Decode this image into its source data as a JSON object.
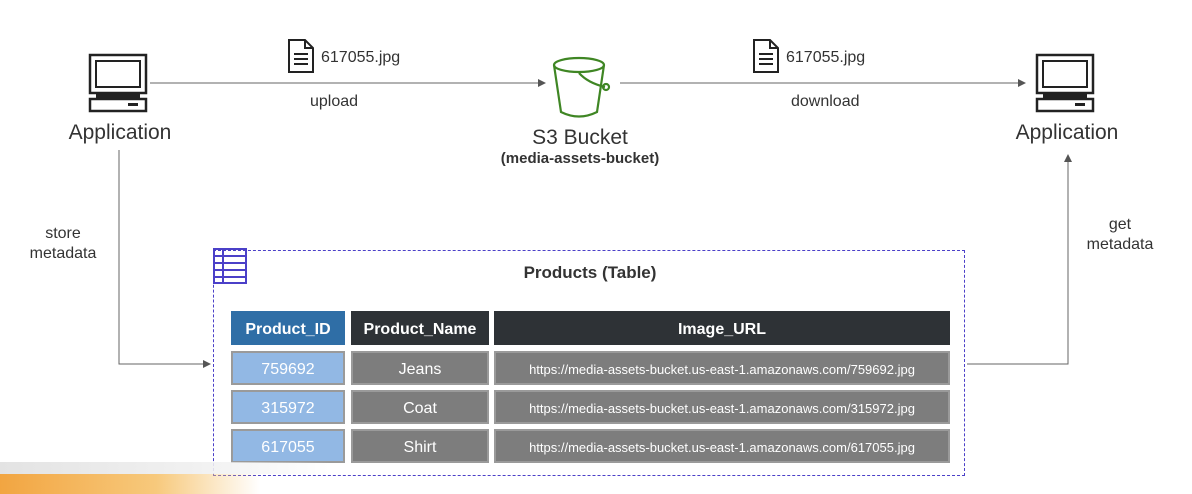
{
  "left_app": {
    "label": "Application",
    "icon": "computer-icon"
  },
  "right_app": {
    "label": "Application",
    "icon": "computer-icon"
  },
  "bucket": {
    "label": "S3 Bucket",
    "sublabel": "(media-assets-bucket)",
    "icon": "s3-bucket-icon",
    "color": "#3f8624"
  },
  "upload": {
    "file_name": "617055.jpg",
    "label": "upload",
    "icon": "document-icon"
  },
  "download": {
    "file_name": "617055.jpg",
    "label": "download",
    "icon": "document-icon"
  },
  "store_metadata": {
    "line1": "store",
    "line2": "metadata"
  },
  "get_metadata": {
    "line1": "get",
    "line2": "metadata"
  },
  "table": {
    "title": "Products (Table)",
    "icon": "table-icon",
    "border_color": "#4b40c8",
    "columns": [
      "Product_ID",
      "Product_Name",
      "Image_URL"
    ],
    "rows": [
      {
        "id": "759692",
        "name": "Jeans",
        "url": "https://media-assets-bucket.us-east-1.amazonaws.com/759692.jpg"
      },
      {
        "id": "315972",
        "name": "Coat",
        "url": "https://media-assets-bucket.us-east-1.amazonaws.com/315972.jpg"
      },
      {
        "id": "617055",
        "name": "Shirt",
        "url": "https://media-assets-bucket.us-east-1.amazonaws.com/617055.jpg"
      }
    ]
  }
}
